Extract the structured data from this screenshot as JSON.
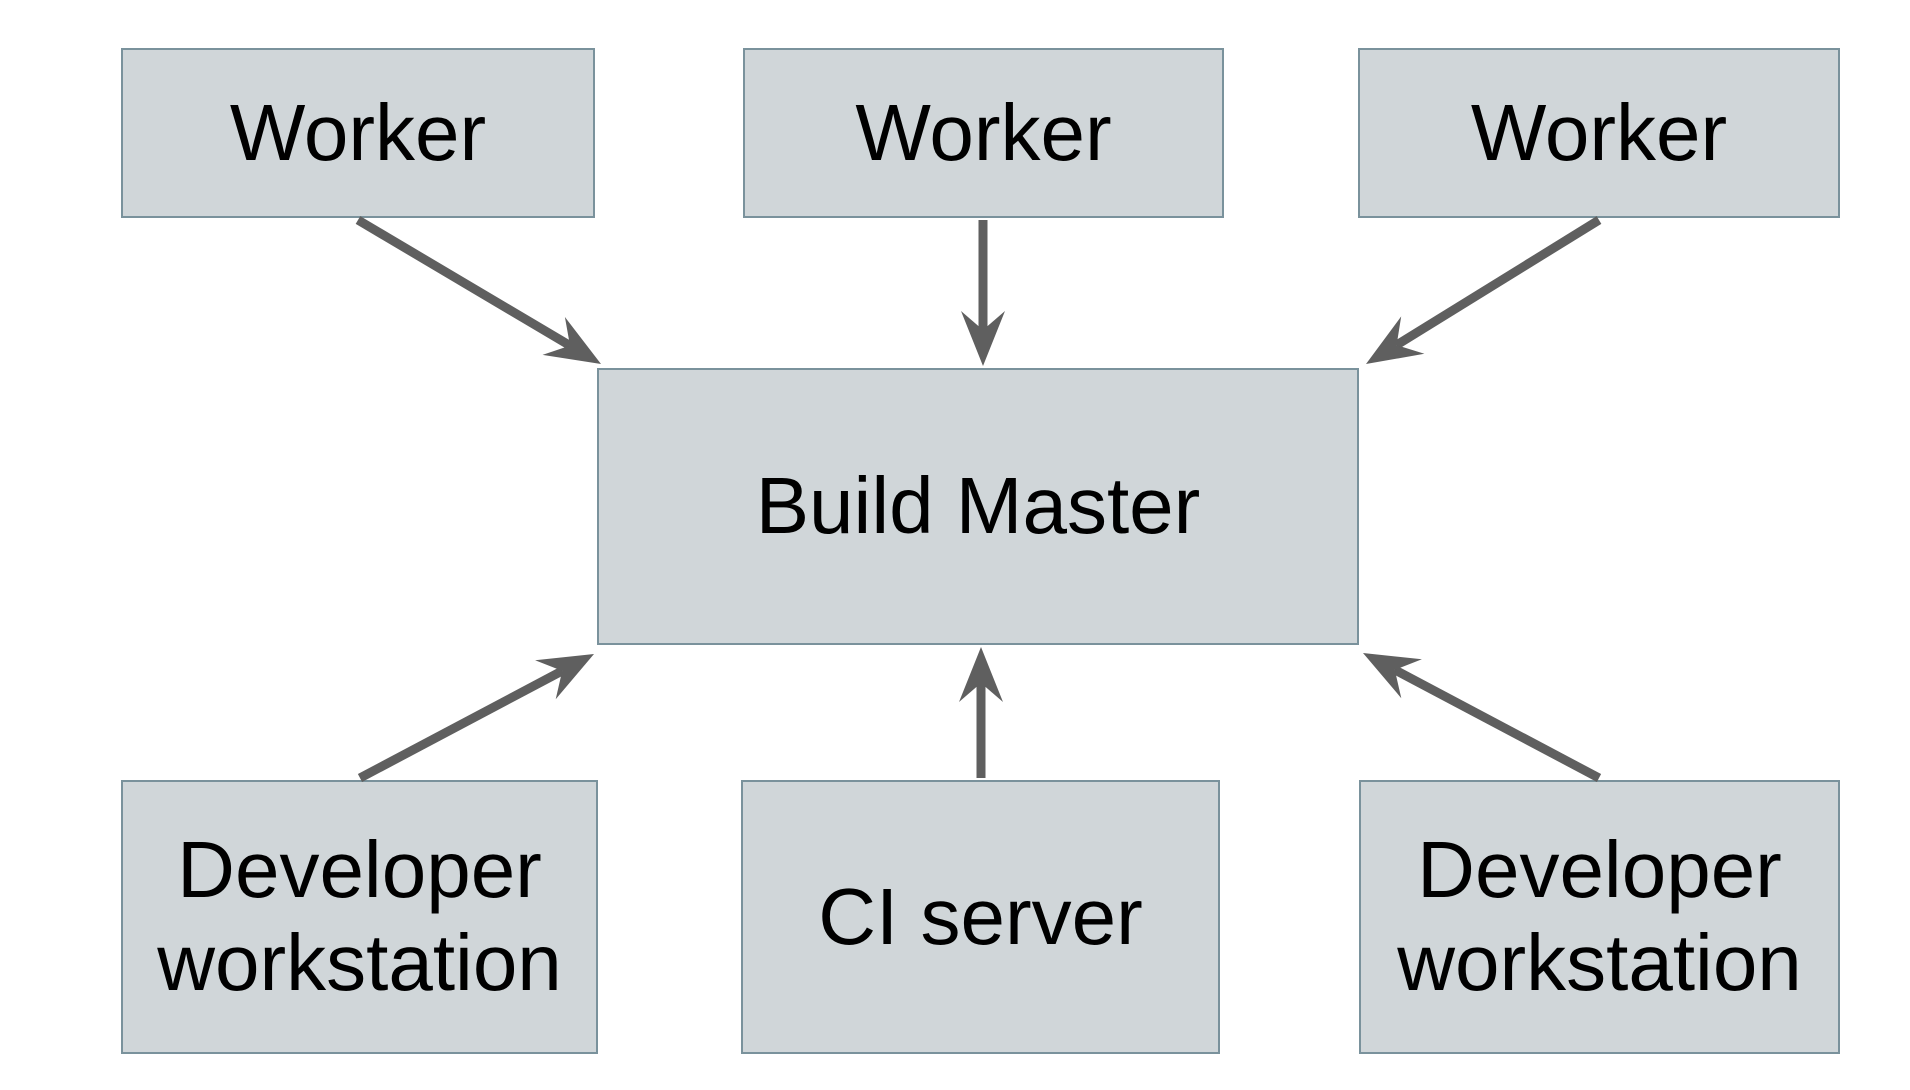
{
  "colors": {
    "background": "#ffffff",
    "node_fill": "#d0d6d9",
    "node_border": "#7a929c",
    "arrow": "#5f5f5f",
    "text": "#000000"
  },
  "nodes": {
    "worker_1": {
      "label": "Worker"
    },
    "worker_2": {
      "label": "Worker"
    },
    "worker_3": {
      "label": "Worker"
    },
    "build_master": {
      "label": "Build Master"
    },
    "dev_workstation_left": {
      "label": "Developer workstation"
    },
    "ci_server": {
      "label": "CI server"
    },
    "dev_workstation_right": {
      "label": "Developer workstation"
    }
  },
  "edges": [
    {
      "id": "worker-1-to-build-master",
      "from": "Worker (left)",
      "to": "Build Master"
    },
    {
      "id": "worker-2-to-build-master",
      "from": "Worker (center)",
      "to": "Build Master"
    },
    {
      "id": "worker-3-to-build-master",
      "from": "Worker (right)",
      "to": "Build Master"
    },
    {
      "id": "dev-workstation-left-to-build-master",
      "from": "Developer workstation (left)",
      "to": "Build Master"
    },
    {
      "id": "ci-server-to-build-master",
      "from": "CI server",
      "to": "Build Master"
    },
    {
      "id": "dev-workstation-right-to-build-master",
      "from": "Developer workstation (right)",
      "to": "Build Master"
    }
  ]
}
